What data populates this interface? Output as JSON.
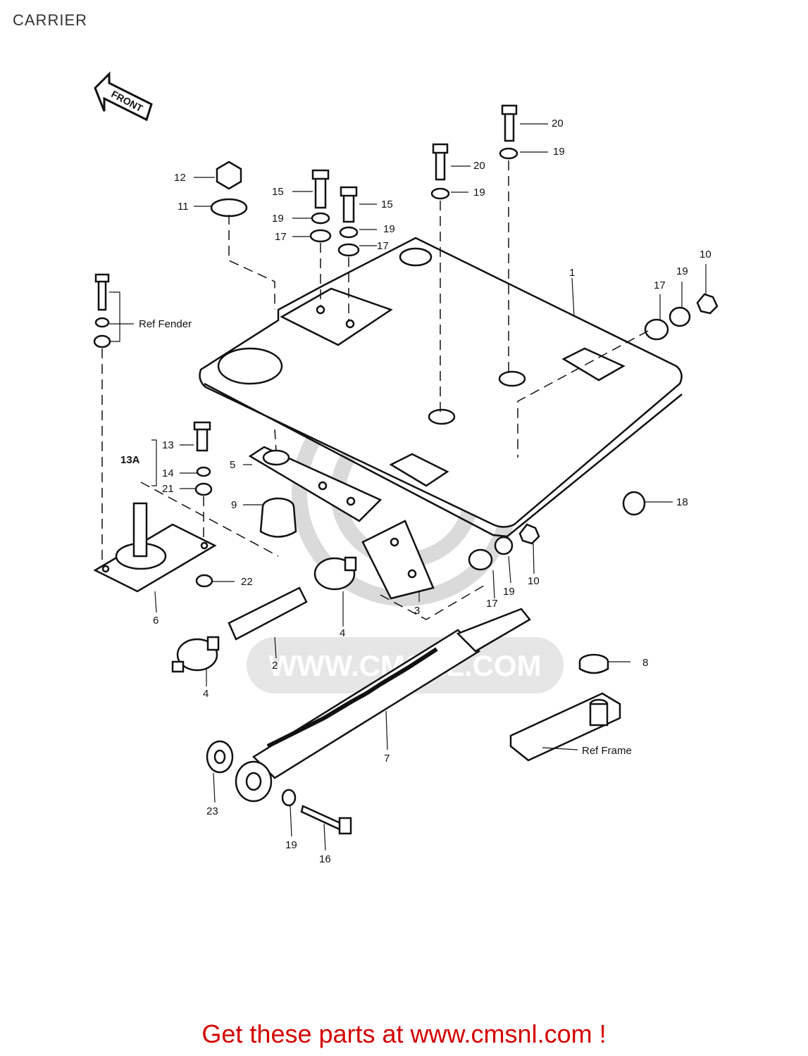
{
  "page": {
    "title": "CARRIER"
  },
  "front_arrow": {
    "label": "FRONT"
  },
  "watermark": {
    "text": "WWW.CMSNL.COM"
  },
  "refs": {
    "fender": "Ref Fender",
    "frame": "Ref Frame"
  },
  "labels": {
    "l1": "1",
    "l2": "2",
    "l3": "3",
    "l4a": "4",
    "l4b": "4",
    "l5": "5",
    "l6": "6",
    "l7": "7",
    "l8": "8",
    "l9": "9",
    "l10a": "10",
    "l10b": "10",
    "l11": "11",
    "l12": "12",
    "l13": "13",
    "l13a": "13A",
    "l14": "14",
    "l15a": "15",
    "l15b": "15",
    "l16": "16",
    "l17a": "17",
    "l17b": "17",
    "l17c": "17",
    "l17d": "17",
    "l18": "18",
    "l19a": "19",
    "l19b": "19",
    "l19c": "19",
    "l19d": "19",
    "l19e": "19",
    "l19f": "19",
    "l19g": "19",
    "l20a": "20",
    "l20b": "20",
    "l21": "21",
    "l22": "22",
    "l23": "23"
  },
  "footer": {
    "text": "Get these parts at www.cmsnl.com !"
  }
}
